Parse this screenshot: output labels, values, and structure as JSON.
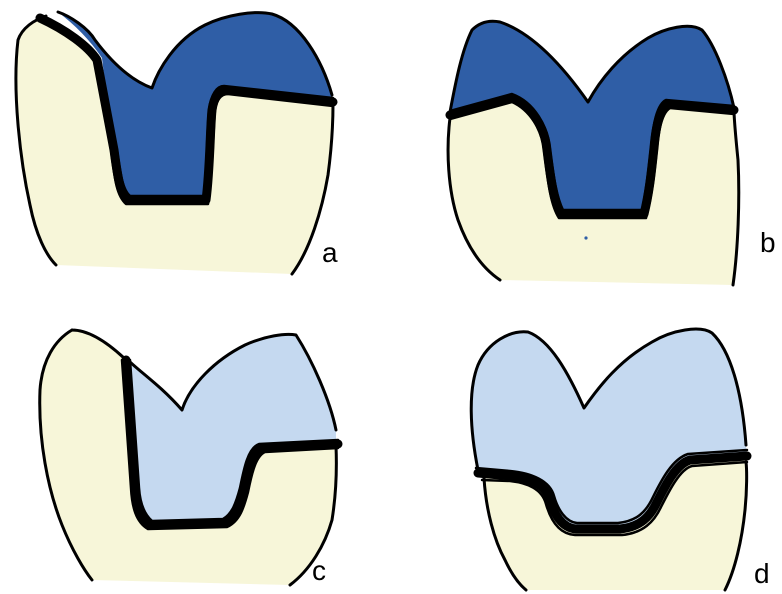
{
  "colors": {
    "background": "#ffffff",
    "tooth_fill": "#f7f6d9",
    "restoration_dark_fill": "#2f5ea6",
    "restoration_light_fill": "#c5d9f0",
    "outline": "#000000",
    "gap": "#ffffff"
  },
  "panels": [
    {
      "id": "a",
      "label": "a",
      "restoration_shade": "dark"
    },
    {
      "id": "b",
      "label": "b",
      "restoration_shade": "dark"
    },
    {
      "id": "c",
      "label": "c",
      "restoration_shade": "light"
    },
    {
      "id": "d",
      "label": "d",
      "restoration_shade": "light"
    }
  ]
}
